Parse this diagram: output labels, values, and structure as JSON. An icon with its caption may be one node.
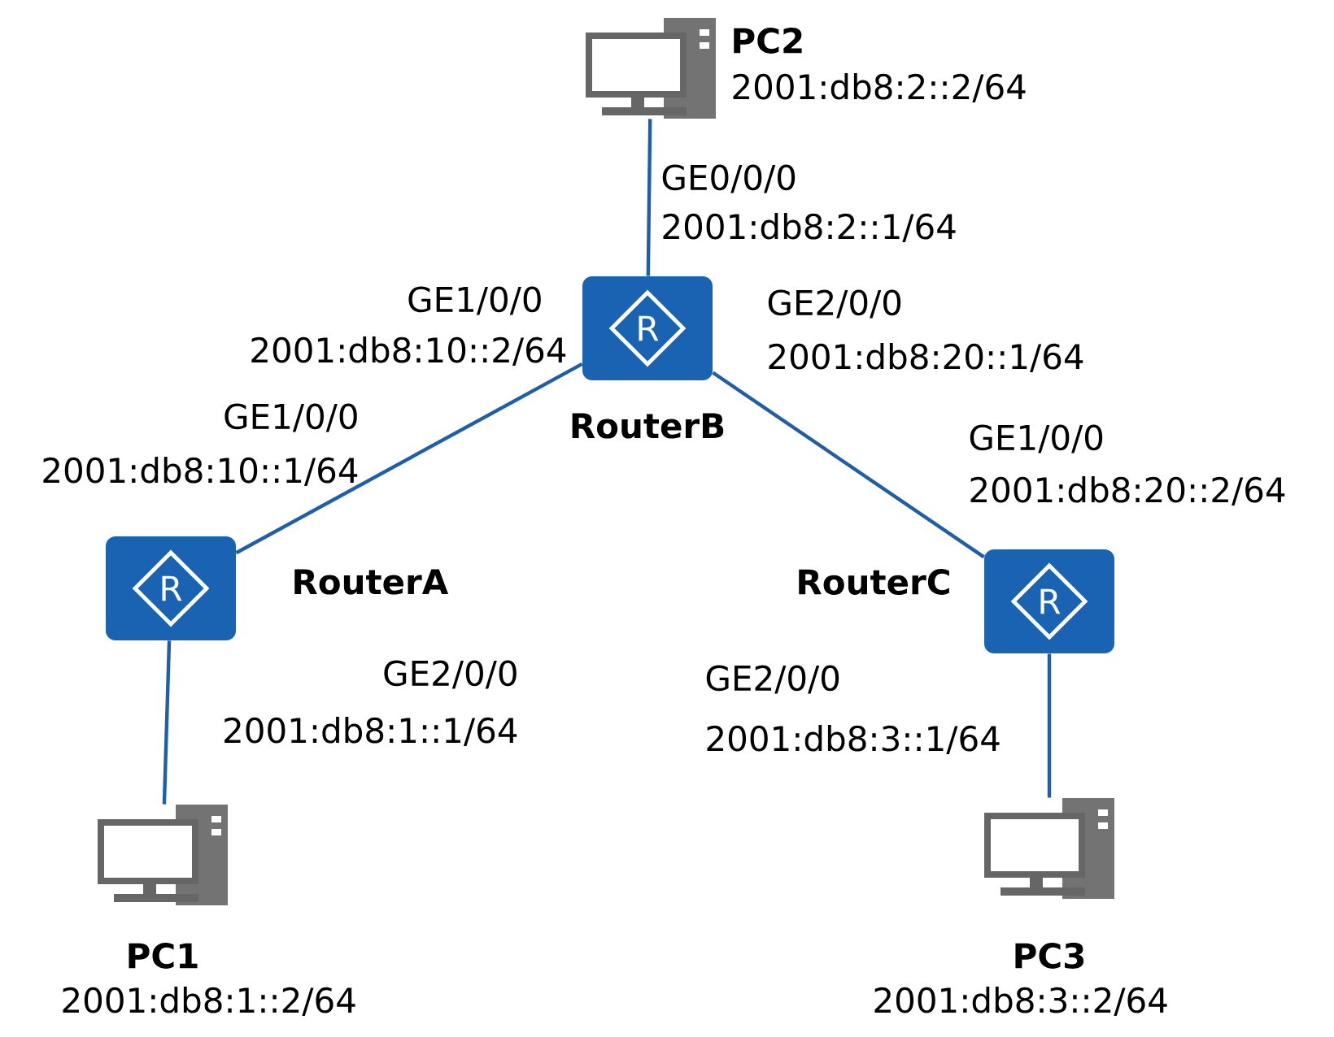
{
  "diagram": {
    "nodes": [
      {
        "text": [],
        "shape": "computer",
        "beside": [
          "PC2",
          "2001:db8:2::2/64"
        ]
      },
      {
        "text": [
          "R"
        ],
        "beside": [
          "RouterB"
        ]
      },
      {
        "text": [
          "R"
        ],
        "beside": [
          "RouterA"
        ]
      },
      {
        "text": [
          "R"
        ],
        "beside": [
          "RouterC"
        ]
      },
      {
        "text": [],
        "shape": "computer",
        "beside": [
          "PC1",
          "2001:db8:1::2/64"
        ]
      },
      {
        "text": [],
        "shape": "computer",
        "beside": [
          "PC3",
          "2001:db8:3::2/64"
        ]
      }
    ],
    "edges": [
      {
        "from": 0,
        "to": 1,
        "arrow": "none"
      },
      {
        "from": 1,
        "to": 2,
        "arrow": "none"
      },
      {
        "from": 1,
        "to": 3,
        "arrow": "none"
      },
      {
        "from": 2,
        "to": 4,
        "arrow": "none"
      },
      {
        "from": 3,
        "to": 5,
        "arrow": "none"
      }
    ],
    "labels": [
      "GE0/0/0",
      "2001:db8:2::1/64",
      "GE1/0/0",
      "2001:db8:10::2/64",
      "GE2/0/0",
      "2001:db8:20::1/64",
      "GE1/0/0",
      "2001:db8:10::1/64",
      "GE1/0/0",
      "2001:db8:20::2/64",
      "GE2/0/0",
      "2001:db8:1::1/64",
      "GE2/0/0",
      "2001:db8:3::1/64"
    ]
  }
}
